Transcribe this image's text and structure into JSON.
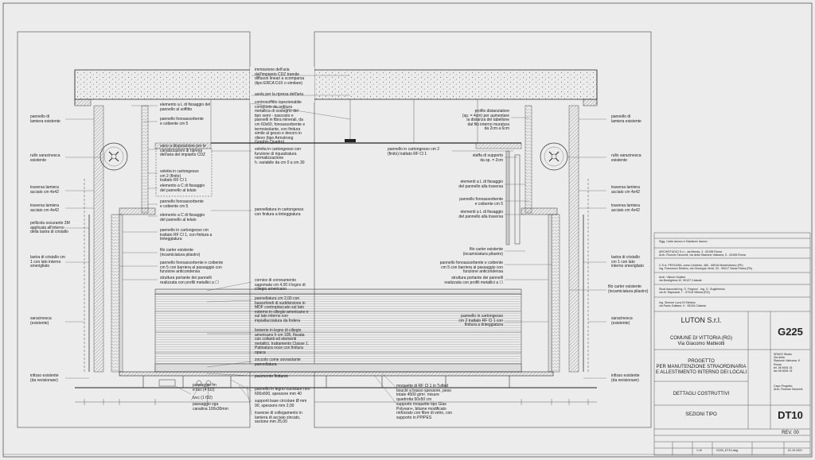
{
  "colors": {
    "background": "#ececec",
    "lines": "#333333",
    "hatch": "#888888",
    "frame": "#555555"
  },
  "left_labels": [
    "pannello di\nlamiera esistente",
    "rullo saracinesca\nesistente",
    "traversa lamiera\nacciaio cm 4x42",
    "traversa lamiera\nacciaio cm 4x42",
    "pellicola oscurante 3M\napplicata all'interno\ndella lastra di cristallo",
    "lastra di cristallo cm\n1 con lato interno\nsmerigliato",
    "saracinesca\n(esistente)",
    "infisso esistente\n(da revisionare)"
  ],
  "right_labels": [
    "pannello di\nlamiera esistente",
    "rullo saracinesca\nesistente",
    "traversa lamiera\nacciaio cm 4x42",
    "traversa lamiera\nacciaio cm 4x42",
    "lastra di cristallo\ncm 1 con lato\ninterno smerigliato",
    "filo carter esistente\n(incamiciatura pilastro)",
    "saracinesca\n(esistente)",
    "infisso esistente\n(da revisionare)"
  ],
  "left_inner_labels": [
    "elemento a L di fissaggio del\npannello al soffitto",
    "pannello fonoassorbente\ne coibente cm 5",
    "vano a disposizione per le\ncanalizzazioni di ripresa\ndell'aria del impianto CDZ",
    "veletta in cartongesso\ncm 2 (finito)\ntrattato RF Cl 1",
    "elemento a C di fissaggio\ndel pannello al telaio",
    "pannello fonoassorbente\ne coibente cm 5",
    "elemento a C di fissaggio\ndel pannello al telaio",
    "pannello in cartongesso cm\ntrattato RF Cl 1, con finitura a\ntinteggiatura",
    "filo carter esistente\n(incamiciatura pilastro)",
    "pannello fonoassorbente e coibente\ncm 5 con barriera al passaggio con\nfunzione anticondensa",
    "struttura portante dei pannelli\nrealizzata con profili metallici a ☐"
  ],
  "bottom_left_labels": [
    "passaggio fm\ne luci (4 f32)",
    "tvcc (1 f32)",
    "passaggio vga\ncanalina 100x30mm"
  ],
  "center_labels": [
    "immissione dell'aria\ndall'impianto CDZ tramite\ndiffusori lineari a scomparsa\n(tipo ERCA DJX o similare)",
    "asola per la ripresa dell'aria",
    "controsoffitto ispezionabile\ncomposto da orditura\nmetallica di sostegno del\ntipo semi - nascosto e\npannelli in fibra minerali, da\ncm 60x60, fonoassorbente e\ntermoisolante, con finitura\nsimile al gesso e decoro in\nrilievo (tipo Armstrong\nGraphis Quadro)",
    "veletta in cartongesso con\nfunzione di riquadratura\nnormalizzazione\nh. variabile da cm 0 a cm 30",
    "pannellatura in cartongesso\ncon finitura a tinteggiatura",
    "cornice di coronamento\nsagomata cm 4,00 il legno di\nciliegio americano",
    "pannellatura cm 2,00 con\nbassofondi di suddivisione in\nMDF controplaccato sul lato\nesterno in ciliegio americano e\nsul lato interno con\nimpiallacciatura da fodera",
    "boiserie in legno di ciliegio\namericano h cm 105, fissata\ncon collanti ed elementi\nmetallici, trattamento Classe 1.\nPatinatura noce con finitura\nopaca",
    "zoccolo come sovrastante\npannellatura",
    "pavimento flottante",
    "pannello in legno truciolare mm\n600x600, spessore mm 40",
    "supporti base circolare Ø mm\n90, spessore mm 2,00",
    "traverse di collegamento in\nlamiera di acciaio zincato,\nsezione mm 25,00"
  ],
  "right_inner_labels": [
    "profilo distanziatore\n(sp. = 4cm) per aumentare\nla distanza del tabellone\ndal filo interno muratura\nda 2cm a 6cm",
    "pannello in cartongesso cm 2\n(finito) trattato RF Cl 1",
    "staffa di supporto\nda sp. = 2cm",
    "elementi a L di fissaggio\ndel pannello alla traversa",
    "pannello fonoassorbente\ne coibente cm 5",
    "elementi a L di fissaggio\ndel pannello alla traversa",
    "filo carter esistente\n(incamiciatura pilastro)",
    "pannello fonoassorbente e coibente\ncm 5 con barriera al passaggio con\nfunzione anticondensa",
    "struttura portante dei pannelli\nrealizzata con profili metallici a ☐",
    "pannello in cartongesso\ncm 2 trattato RF Cl 1 con\nfinitura a tinteggiatura",
    "moquette di RF Cl 1 in Tufted\nbouclé a basso spessore, peso\ntotale 4500 g/m², misure\nquadrotta 50x50 cm",
    "supporto moquette tipo Glas\nPolyvan+, bitume modificato\nrinforzato con fibre di vetro, con\nsupporto in PP/PES"
  ],
  "title_block": {
    "client": "Sigg. Carla Iacono e Salvatore Iacono",
    "architects": "ARCHISTUDIO S.r.l., via Brenta, 3 - 00198 Roma\nArch. Romolo Tancredi, via della Stazione Vaticana, 5 - 00165 Roma",
    "engineers": "C.S.A. PESCARA, corso Umberto, 480 - 65016 Montesilvano (PE)\nIng. Francesco Restivo, via Giuseppe Verdi, 33 - 90017 Santa Flavia (PA)",
    "arch2": "Arch. Vittorio Scidieri\nvia Bordighera 42, 90127 Catania",
    "studio": "Studi Associati Ing. G. Felgioni - Ing. G. Guglielmino\nvia M. Rapisardi, 7 - 97016 Vittoria (RG)",
    "eng2": "Ing. Simone Luca Di Stefano\nvia Paolo Gaifami, 9 - 95126 Catania",
    "company": "LUTON S.r.l.",
    "municipality": "COMUNE DI VITTORIA (RG)\nVia Giacomo Matteotti",
    "project_code": "G225",
    "project": "PROGETTO\nPER MANUTENZIONE STRAORDINARIA\nE ALLESTIMENTO INTERNO DEI LOCALI",
    "subject": "DETTAGLI COSTRUTTIVI",
    "drawing_title": "SEZIONI TIPO",
    "drawing_code": "DT10",
    "revision": "REV. 00",
    "side_info": "SPAVO Studio\nVia della\nStazione Vaticana, 5\nRoma\ntel. 06 6001 01\nfax 06 6001 01",
    "side_info2": "Capo Progetto:\nArch. Romolo Tancredi",
    "file_name": "G225_DT10.dwg",
    "date": "01.10.2021",
    "scale": "1:10"
  }
}
